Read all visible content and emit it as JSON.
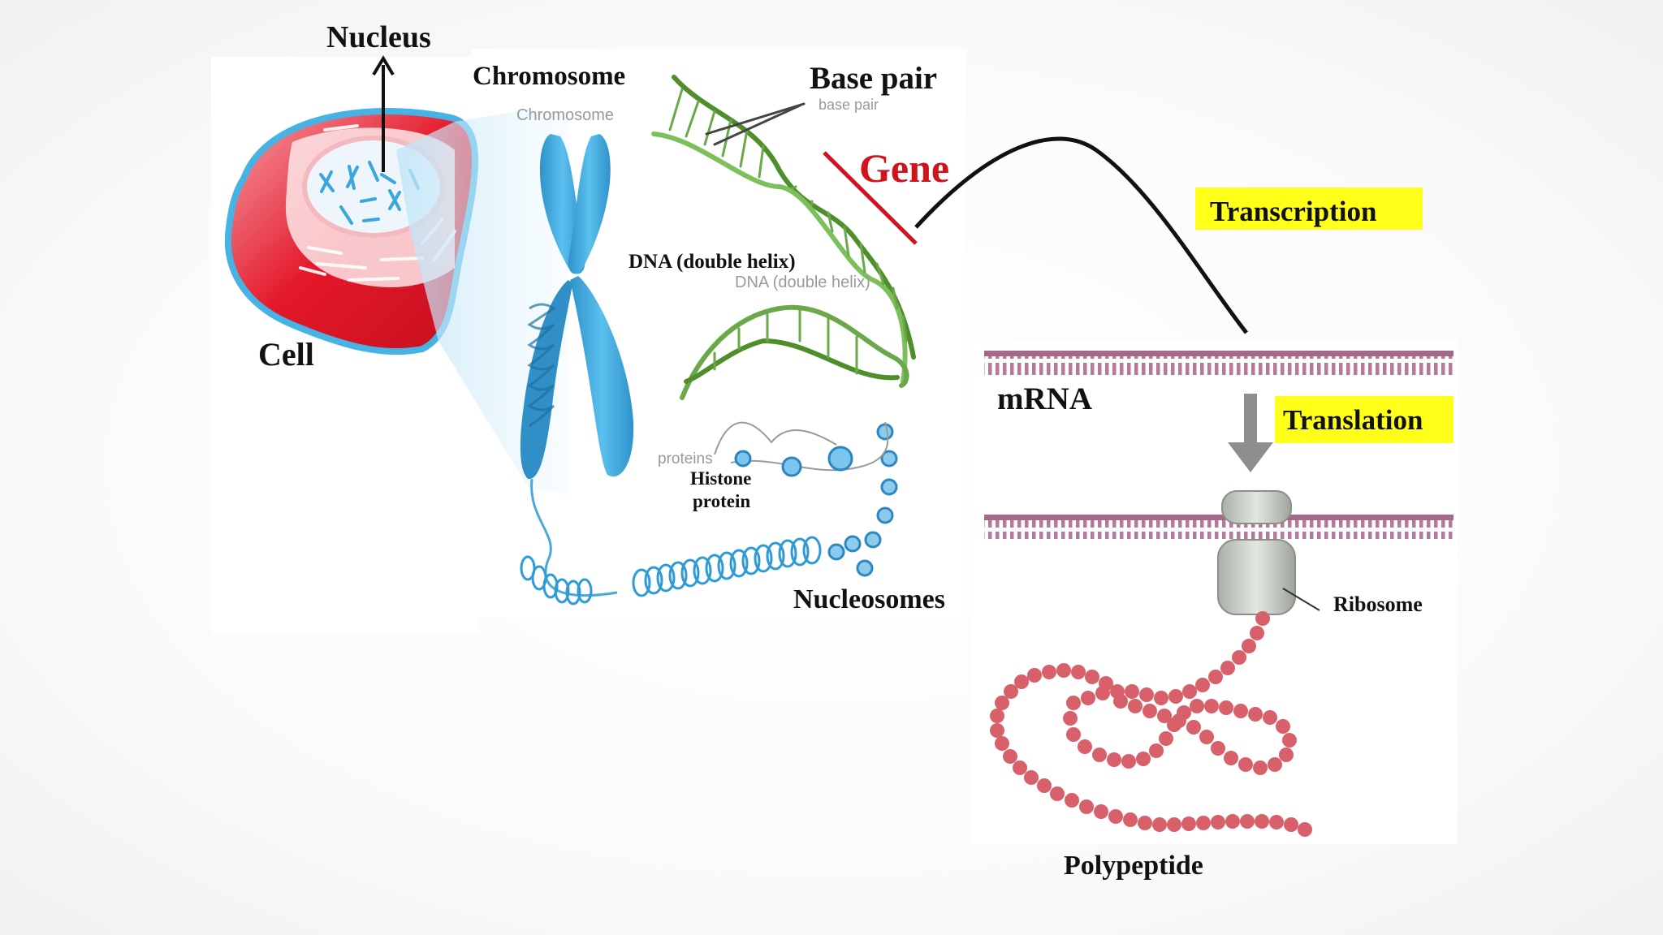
{
  "labels": {
    "nucleus": "Nucleus",
    "chromosome": "Chromosome",
    "chromosome_inner": "Chromosome",
    "base_pair": "Base pair",
    "base_pair_inner": "base pair",
    "gene": "Gene",
    "dna": "DNA (double helix)",
    "dna_inner": "DNA (double helix)",
    "cell": "Cell",
    "histone": "Histone",
    "histone_line2": "protein",
    "proteins_inner": "proteins",
    "nucleosomes": "Nucleosomes",
    "mrna": "mRNA",
    "transcription": "Transcription",
    "translation": "Translation",
    "ribosome": "Ribosome",
    "polypeptide": "Polypeptide"
  },
  "colors": {
    "cell_red": "#e4182a",
    "chromosome_blue": "#3aa6dc",
    "dna_green": "#5e9c3c",
    "mrna_purple": "#a36a88",
    "bead_red": "#d8606a",
    "gene_red": "#d0141b",
    "highlight_yellow": "#ffff1a",
    "arrow_gray": "#8e8e8e"
  }
}
